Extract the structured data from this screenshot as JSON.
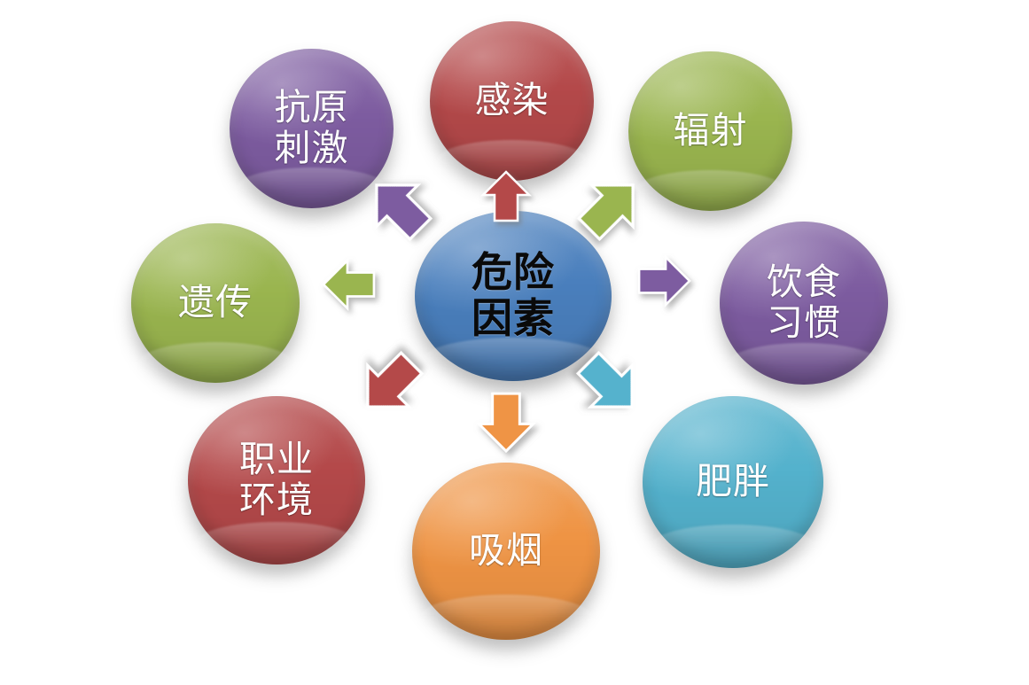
{
  "diagram": {
    "title": "危险因素",
    "type": "radial-hub-and-spoke",
    "center": {
      "label": "危险因素",
      "color": "#4a7fbd",
      "text_color": "#000000"
    },
    "nodes": [
      {
        "id": "infection",
        "label": "感染",
        "color": "#b4494a",
        "text_color": "#ffffff",
        "position": "top"
      },
      {
        "id": "radiation",
        "label": "辐射",
        "color": "#9ab54f",
        "text_color": "#ffffff",
        "position": "top-right"
      },
      {
        "id": "diet",
        "label": "饮食\n习惯",
        "color": "#7d5ca0",
        "text_color": "#ffffff",
        "position": "right"
      },
      {
        "id": "obesity",
        "label": "肥胖",
        "color": "#54b2cd",
        "text_color": "#ffffff",
        "position": "bottom-right"
      },
      {
        "id": "smoking",
        "label": "吸烟",
        "color": "#ef9444",
        "text_color": "#ffffff",
        "position": "bottom"
      },
      {
        "id": "occupation",
        "label": "职业\n环境",
        "color": "#b4494a",
        "text_color": "#ffffff",
        "position": "bottom-left"
      },
      {
        "id": "heredity",
        "label": "遗传",
        "color": "#9ab54f",
        "text_color": "#ffffff",
        "position": "left"
      },
      {
        "id": "antigen",
        "label": "抗原\n刺激",
        "color": "#7d5ca0",
        "text_color": "#ffffff",
        "position": "top-left"
      }
    ],
    "arrows": [
      {
        "id": "arrow-to-infection",
        "color": "#b4494a",
        "direction": "up",
        "target": "infection"
      },
      {
        "id": "arrow-to-radiation",
        "color": "#9ab54f",
        "direction": "up-right",
        "target": "radiation"
      },
      {
        "id": "arrow-to-diet",
        "color": "#7d5ca0",
        "direction": "right",
        "target": "diet"
      },
      {
        "id": "arrow-to-obesity",
        "color": "#54b2cd",
        "direction": "down-right",
        "target": "obesity"
      },
      {
        "id": "arrow-to-smoking",
        "color": "#ef9444",
        "direction": "down",
        "target": "smoking"
      },
      {
        "id": "arrow-to-occupation",
        "color": "#b4494a",
        "direction": "down-left",
        "target": "occupation"
      },
      {
        "id": "arrow-to-heredity",
        "color": "#9ab54f",
        "direction": "left",
        "target": "heredity"
      },
      {
        "id": "arrow-to-antigen",
        "color": "#7d5ca0",
        "direction": "up-left",
        "target": "antigen"
      }
    ]
  }
}
